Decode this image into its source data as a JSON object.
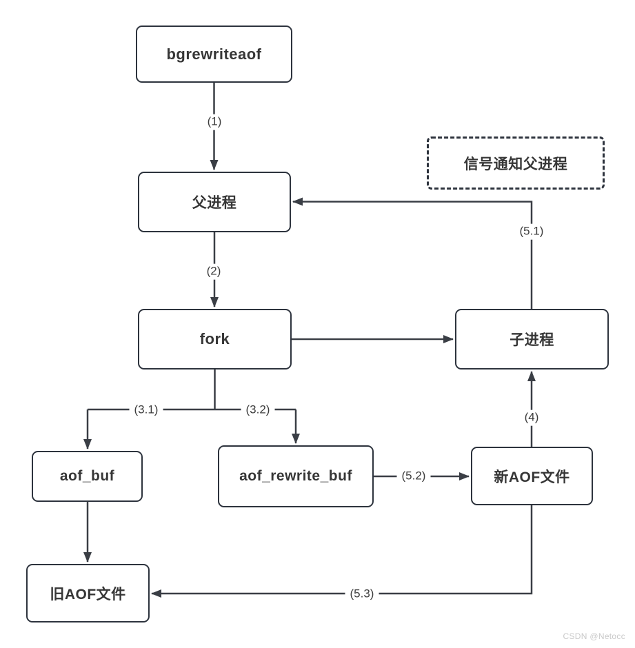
{
  "diagram": {
    "nodes": {
      "bgrewriteaof": {
        "label": "bgrewriteaof"
      },
      "parent_process": {
        "label": "父进程"
      },
      "signal_notify": {
        "label": "信号通知父进程"
      },
      "fork": {
        "label": "fork"
      },
      "child_process": {
        "label": "子进程"
      },
      "aof_buf": {
        "label": "aof_buf"
      },
      "aof_rewrite_buf": {
        "label": "aof_rewrite_buf"
      },
      "new_aof_file": {
        "label": "新AOF文件"
      },
      "old_aof_file": {
        "label": "旧AOF文件"
      }
    },
    "edge_labels": {
      "step1": "(1)",
      "step2": "(2)",
      "step3_1": "(3.1)",
      "step3_2": "(3.2)",
      "step4": "(4)",
      "step5_1": "(5.1)",
      "step5_2": "(5.2)",
      "step5_3": "(5.3)"
    },
    "colors": {
      "line": "#3a3e45",
      "box_border": "#2d333d",
      "box_text": "#363636",
      "label_text": "#3d3d3d",
      "background": "#ffffff",
      "watermark": "#c9c9c9"
    },
    "watermark": "CSDN @Netocc"
  }
}
